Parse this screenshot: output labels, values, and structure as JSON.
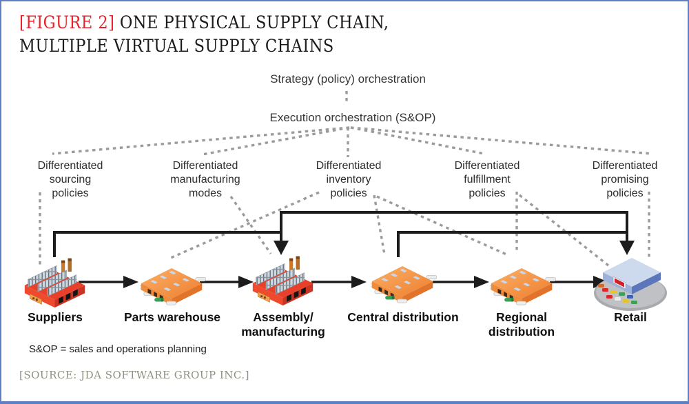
{
  "figure_header": {
    "tag": "[FIGURE 2]",
    "title_rest": " ONE PHYSICAL SUPPLY CHAIN,",
    "title_line2": "MULTIPLE VIRTUAL SUPPLY CHAINS"
  },
  "orchestration": {
    "strategy_label": "Strategy (policy) orchestration",
    "execution_label": "Execution orchestration (S&OP)"
  },
  "policy_labels": [
    {
      "lines": [
        "Differentiated",
        "sourcing",
        "policies"
      ]
    },
    {
      "lines": [
        "Differentiated",
        "manufacturing",
        "modes"
      ]
    },
    {
      "lines": [
        "Differentiated",
        "inventory",
        "policies"
      ]
    },
    {
      "lines": [
        "Differentiated",
        "fulfillment",
        "policies"
      ]
    },
    {
      "lines": [
        "Differentiated",
        "promising",
        "policies"
      ]
    }
  ],
  "chain_nodes": [
    {
      "label_lines": [
        "Suppliers"
      ],
      "icon": "factory-icon"
    },
    {
      "label_lines": [
        "Parts warehouse"
      ],
      "icon": "warehouse-icon"
    },
    {
      "label_lines": [
        "Assembly/",
        "manufacturing"
      ],
      "icon": "factory-icon"
    },
    {
      "label_lines": [
        "Central distribution"
      ],
      "icon": "warehouse-icon"
    },
    {
      "label_lines": [
        "Regional",
        "distribution"
      ],
      "icon": "warehouse-icon"
    },
    {
      "label_lines": [
        "Retail"
      ],
      "icon": "retail-store-icon"
    }
  ],
  "footnote": "S&OP = sales and operations planning",
  "source_line": "[SOURCE: JDA SOFTWARE GROUP INC.]",
  "colors": {
    "frame_blue": "#5e7fc1",
    "accent_red": "#e8222b",
    "dotted_gray": "#9b9b9b",
    "line_black": "#1c1c1c",
    "factory_red": "#e8402a",
    "warehouse_orange": "#f08436",
    "retail_blue": "#5b76ba",
    "source_gray": "#8f8f82"
  }
}
